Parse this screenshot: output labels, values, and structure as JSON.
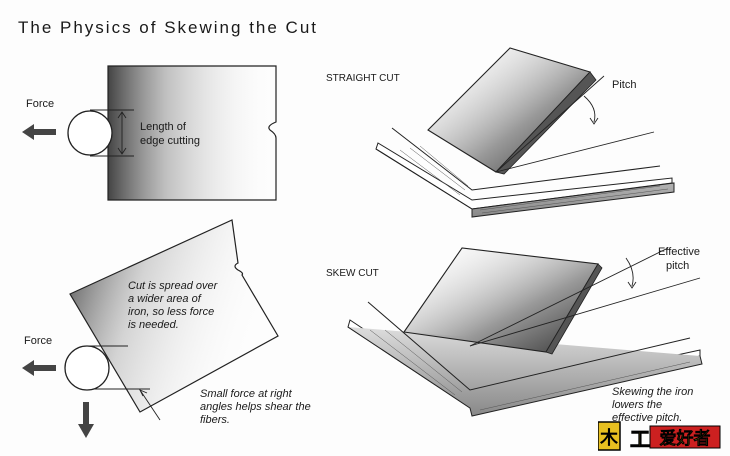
{
  "title": "The Physics of Skewing the Cut",
  "top_left": {
    "force_label": "Force",
    "length_label_line1": "Length of",
    "length_label_line2": "edge cutting"
  },
  "bottom_left": {
    "cut_note": [
      "Cut is spread over",
      "a wider area of",
      "iron, so less force",
      "is needed."
    ],
    "force_label": "Force",
    "small_force_note": [
      "Small force at right",
      "angles helps shear the",
      "fibers."
    ]
  },
  "straight_cut": {
    "heading": "STRAIGHT CUT",
    "pitch_label": "Pitch"
  },
  "skew_cut": {
    "heading": "SKEW CUT",
    "effective_pitch_line1": "Effective",
    "effective_pitch_line2": "pitch",
    "note": [
      "Skewing the iron",
      "lowers the",
      "effective pitch."
    ]
  },
  "watermark": {
    "text": "木工爱好者",
    "colors": {
      "primary": "#e8c020",
      "outline": "#000000",
      "accent": "#cc2020"
    }
  },
  "colors": {
    "ink": "#1a1a1a",
    "shade": "#555555",
    "paper": "#fdfdfd"
  }
}
